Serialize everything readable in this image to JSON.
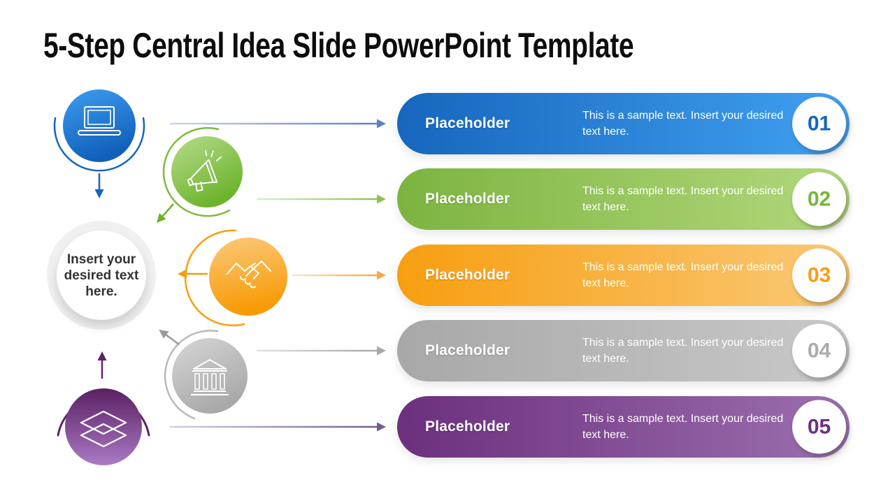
{
  "slide": {
    "title": "5-Step Central Idea Slide PowerPoint Template",
    "hub": {
      "text": "Insert your desired text here."
    },
    "steps": [
      {
        "number": "01",
        "label": "Placeholder",
        "description": "This is a sample text. Insert your desired text here.",
        "icon": "laptop-icon",
        "bar_color_left": "#1666BE",
        "bar_color_right": "#41A0F1",
        "number_color": "#1565C0",
        "accent": "#1565C0"
      },
      {
        "number": "02",
        "label": "Placeholder",
        "description": "This is a sample text. Insert your desired text here.",
        "icon": "megaphone-icon",
        "bar_color_left": "#7CB440",
        "bar_color_right": "#B3D87D",
        "number_color": "#76B63B",
        "accent": "#7DBB3C"
      },
      {
        "number": "03",
        "label": "Placeholder",
        "description": "This is a sample text. Insert your desired text here.",
        "icon": "handshake-icon",
        "bar_color_left": "#F89E10",
        "bar_color_right": "#F9C976",
        "number_color": "#F89E0F",
        "accent": "#F8A00D"
      },
      {
        "number": "04",
        "label": "Placeholder",
        "description": "This is a sample text. Insert your desired text here.",
        "icon": "bank-icon",
        "bar_color_left": "#A8A8A8",
        "bar_color_right": "#C9C9C9",
        "number_color": "#ABABAB",
        "accent": "#B0B0B0"
      },
      {
        "number": "05",
        "label": "Placeholder",
        "description": "This is a sample text. Insert your desired text here.",
        "icon": "layers-icon",
        "bar_color_left": "#6C2F7D",
        "bar_color_right": "#9C70AF",
        "number_color": "#6D3080",
        "accent": "#5E2368"
      }
    ]
  }
}
